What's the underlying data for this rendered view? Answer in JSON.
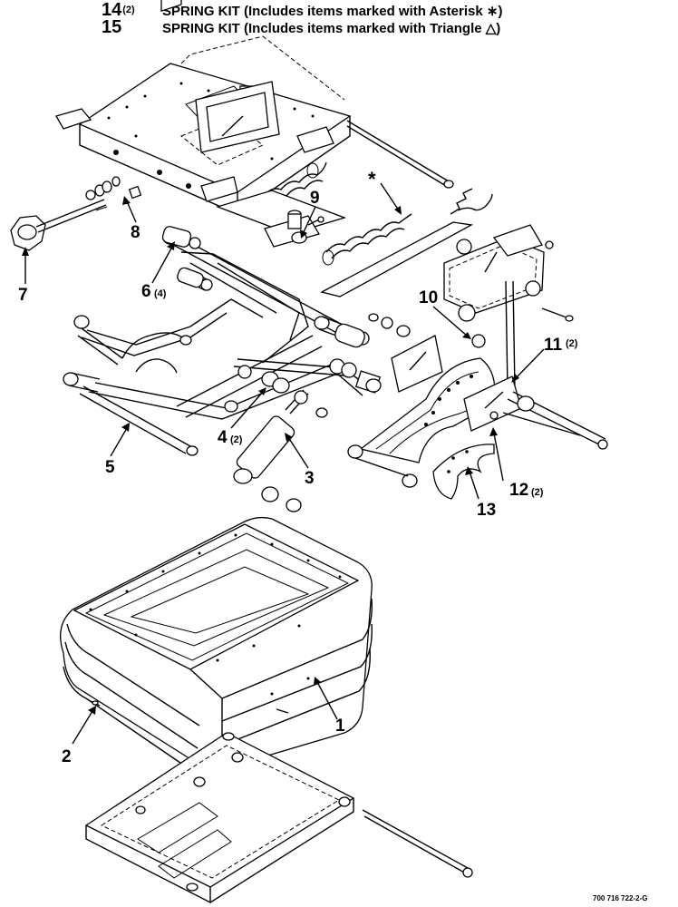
{
  "spring_kits": [
    {
      "number": "14",
      "qty": "(2)",
      "text": "SPRING KIT (Includes items marked with Asterisk ∗)"
    },
    {
      "number": "15",
      "qty": "",
      "text": "SPRING KIT (Includes items marked with Triangle △)"
    }
  ],
  "callouts": {
    "c1": "1",
    "c2": "2",
    "c3": "3",
    "c4": "4",
    "c4_qty": "(2)",
    "c5": "5",
    "c6": "6",
    "c6_qty": "(4)",
    "c7": "7",
    "c8": "8",
    "c9": "9",
    "c10": "10",
    "c11": "11",
    "c11_qty": "(2)",
    "c12": "12",
    "c12_qty": "(2)",
    "c13": "13",
    "asterisk": "*"
  },
  "drawing_number": "700 716 722-2-G"
}
